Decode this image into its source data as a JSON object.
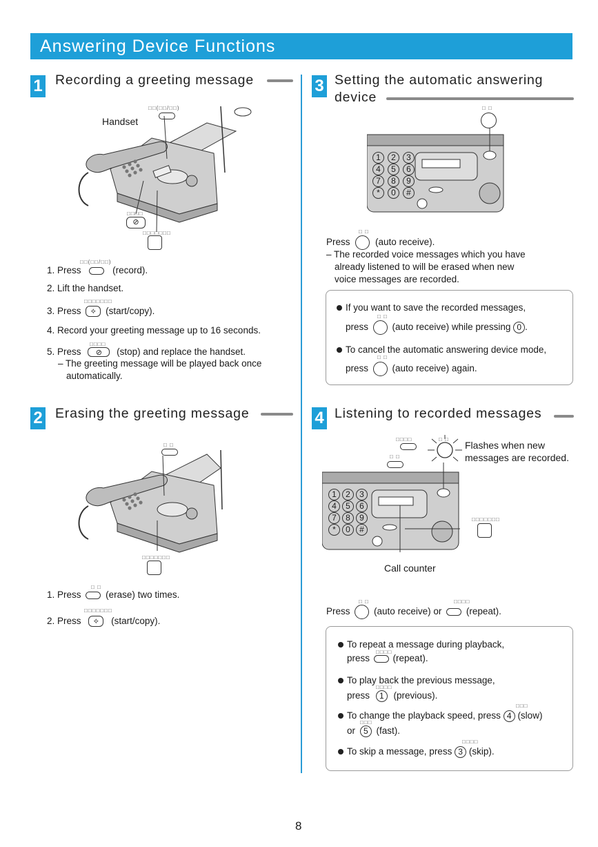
{
  "page": {
    "title": "Answering Device Functions",
    "page_number": "8"
  },
  "colors": {
    "accent": "#1e9fd8",
    "divider": "#2a9bd6"
  },
  "s1": {
    "num": "1",
    "heading": "Recording a greeting message",
    "label_handset": "Handset",
    "steps": [
      {
        "num": "1.",
        "a": "Press",
        "b": "(record)."
      },
      {
        "num": "2.",
        "a": "Lift the handset.",
        "b": ""
      },
      {
        "num": "3.",
        "a": "Press",
        "b": "(start/copy)."
      },
      {
        "num": "4.",
        "a": "Record your greeting message up to 16 seconds.",
        "b": ""
      },
      {
        "num": "5.",
        "a": "Press",
        "b": "(stop) and replace the handset."
      }
    ],
    "note_l1": "– The greeting message will be played back once",
    "note_l2": "automatically."
  },
  "s2": {
    "num": "2",
    "heading": "Erasing the greeting message",
    "steps": [
      {
        "num": "1.",
        "a": "Press",
        "b": "(erase) two times."
      },
      {
        "num": "2.",
        "a": "Press",
        "b": "(start/copy)."
      }
    ]
  },
  "s3": {
    "num": "3",
    "heading_l1": "Setting the automatic answering",
    "heading_l2": "device",
    "press": "Press",
    "press_b": "(auto receive).",
    "note_l1": "– The recorded voice messages which you have",
    "note_l2": "already listened to will be erased when new",
    "note_l3": "voice messages are recorded.",
    "tip1_l1": "If you want to save the recorded messages,",
    "tip1_a": "press",
    "tip1_b": "(auto receive) while pressing",
    "tip1_key": "0",
    "tip2_l1": "To cancel the automatic answering device mode,",
    "tip2_a": "press",
    "tip2_b": "(auto receive) again."
  },
  "s4": {
    "num": "4",
    "heading": "Listening to recorded messages",
    "flash_l1": "Flashes when new",
    "flash_l2": "messages are recorded.",
    "label_counter": "Call counter",
    "press": "Press",
    "press_b": "(auto receive) or",
    "press_c": "(repeat).",
    "tips": {
      "t1_l1": "To repeat a message during playback,",
      "t1_a": "press",
      "t1_b": "(repeat).",
      "t2_l1": "To play back the previous message,",
      "t2_a": "press",
      "t2_key": "1",
      "t2_b": "(previous).",
      "t3_a": "To change the playback speed, press",
      "t3_key1": "4",
      "t3_b": "(slow)",
      "t3_c": "or",
      "t3_key2": "5",
      "t3_d": "(fast).",
      "t4_a": "To skip a message, press",
      "t4_key": "3",
      "t4_b": "(skip)."
    }
  },
  "keypad": [
    "1",
    "2",
    "3",
    "4",
    "5",
    "6",
    "7",
    "8",
    "9",
    "*",
    "0",
    "#"
  ]
}
